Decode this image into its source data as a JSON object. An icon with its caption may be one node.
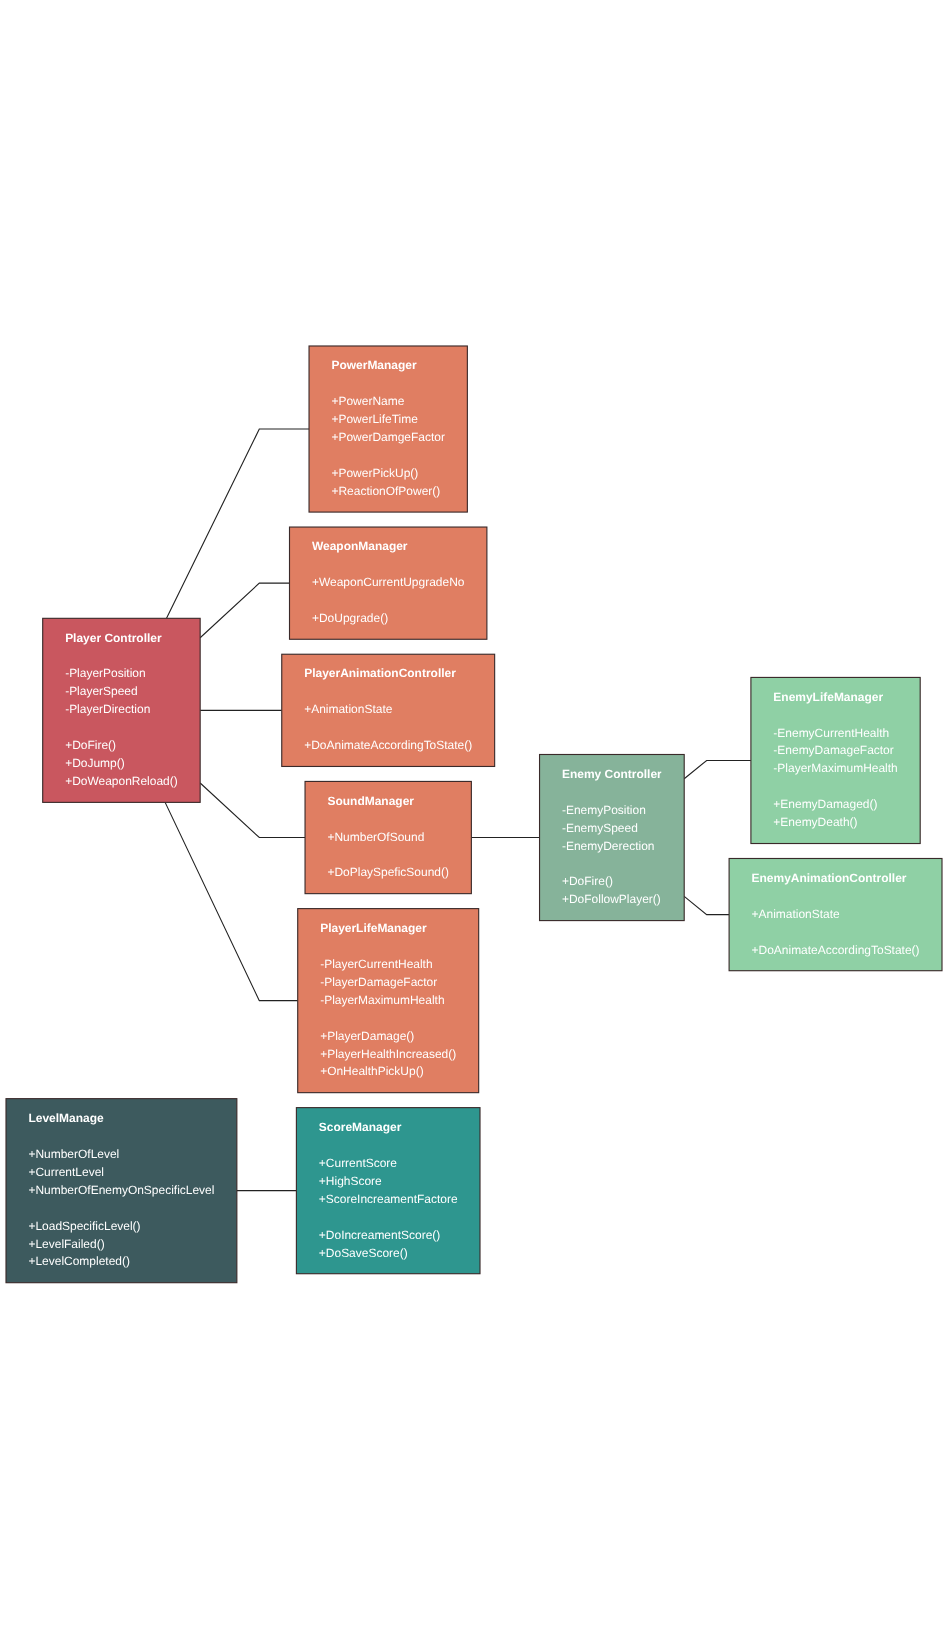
{
  "diagram": {
    "nodes": [
      {
        "text": [
          "PowerManager",
          "+PowerName +PowerLifeTime +PowerDamgeFactor",
          "+PowerPickUp() +ReactionOfPower()"
        ]
      },
      {
        "text": [
          "Player Controller",
          "-PlayerPosition -PlayerSpeed -PlayerDirection",
          "+DoFire() +DoJump() +DoWeaponReload()"
        ]
      },
      {
        "text": [
          "WeaponManager",
          "+WeaponCurrentUpgradeNo",
          "+DoUpgrade()"
        ]
      },
      {
        "text": [
          "PlayerAnimationController",
          "+AnimationState",
          "+DoAnimateAccordingToState()"
        ]
      },
      {
        "text": [
          "SoundManager",
          "+NumberOfSound",
          "+DoPlaySpeficSound()"
        ]
      },
      {
        "text": [
          "PlayerLifeManager",
          "-PlayerCurrentHealth -PlayerDamageFactor -PlayerMaximumHealth",
          "+PlayerDamage() +PlayerHealthIncreased() +OnHealthPickUp()"
        ]
      },
      {
        "text": [
          "Enemy Controller",
          "-EnemyPosition -EnemySpeed -EnemyDerection",
          "+DoFire() +DoFollowPlayer()"
        ]
      },
      {
        "text": [
          "EnemyLifeManager",
          "-EnemyCurrentHealth -EnemyDamageFactor -PlayerMaximumHealth",
          "+EnemyDamaged() +EnemyDeath()"
        ]
      },
      {
        "text": [
          "EnemyAnimationController",
          "+AnimationState",
          "+DoAnimateAccordingToState()"
        ]
      },
      {
        "text": [
          "LevelManage",
          "+NumberOfLevel +CurrentLevel +NumberOfEnemyOnSpecificLevel",
          "+LoadSpecificLevel() +LevelFailed() +LevelCompleted()"
        ]
      },
      {
        "text": [
          "ScoreManager",
          "+CurrentScore +HighScore +ScoreIncreamentFactore",
          "+DoIncreamentScore() +DoSaveScore()"
        ]
      }
    ],
    "edges": [
      {
        "from": 1,
        "to": 0,
        "arrow": "none"
      },
      {
        "from": 1,
        "to": 2,
        "arrow": "none"
      },
      {
        "from": 1,
        "to": 3,
        "arrow": "none"
      },
      {
        "from": 1,
        "to": 5,
        "arrow": "none"
      },
      {
        "from": 1,
        "to": 4,
        "arrow": "none"
      },
      {
        "from": 4,
        "to": 6,
        "arrow": "none"
      },
      {
        "from": 6,
        "to": 7,
        "arrow": "none"
      },
      {
        "from": 6,
        "to": 8,
        "arrow": "none"
      },
      {
        "from": 9,
        "to": 10,
        "arrow": "none"
      }
    ]
  }
}
